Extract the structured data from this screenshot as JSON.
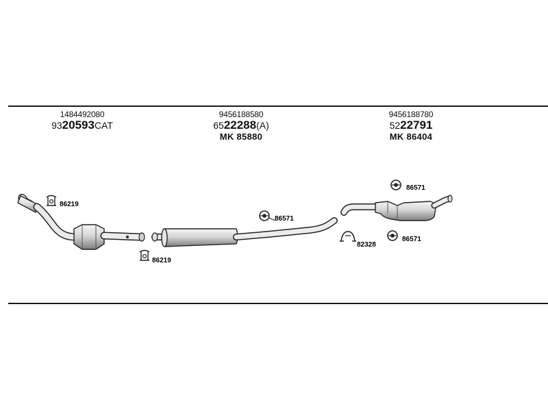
{
  "sections": [
    {
      "part_number": "1484492080",
      "code_prefix": "93",
      "code_bold": "20593",
      "code_suffix": "CAT",
      "mk": ""
    },
    {
      "part_number": "9456188580",
      "code_prefix": "65",
      "code_bold": "22288",
      "code_suffix": "(A)",
      "mk": "MK  85880"
    },
    {
      "part_number": "9456188780",
      "code_prefix": "52",
      "code_bold": "22791",
      "code_suffix": "",
      "mk": "MK  86404"
    }
  ],
  "labels": {
    "clamp_top": "86219",
    "clamp_bottom": "86219",
    "rubber_mid": "86571",
    "bracket_rear": "82328",
    "rubber_rear_top": "86571",
    "rubber_rear_bottom": "86571"
  }
}
